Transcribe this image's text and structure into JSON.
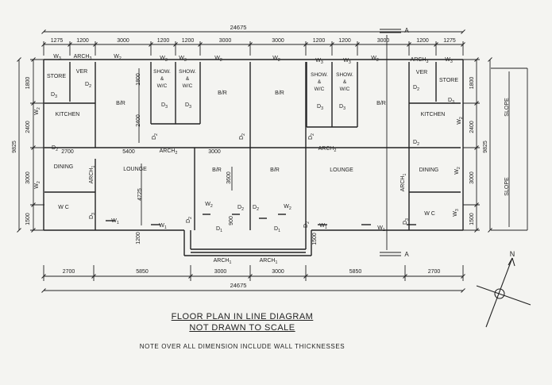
{
  "overall_dimension": "24675",
  "top_dimensions": [
    "1275",
    "1200",
    "3000",
    "1200",
    "1200",
    "3000",
    "3000",
    "1200",
    "1200",
    "3000",
    "1200",
    "1275"
  ],
  "bottom_dimensions": [
    "2700",
    "5850",
    "3000",
    "3000",
    "5850",
    "2700"
  ],
  "left_dimensions": [
    "1800",
    "2400",
    "3000",
    "1500"
  ],
  "left_total": "9825",
  "right_dimensions": [
    "1800",
    "2400",
    "3000",
    "1500"
  ],
  "right_total": "9825",
  "section_mark": "A",
  "north_label": "N",
  "slope_label": "SLOPE",
  "rooms": {
    "store": "STORE",
    "ver": "VER",
    "kitchen": "KITCHEN",
    "dining": "DINING",
    "wc": "W C",
    "lounge": "LOUNGE",
    "br": "B/R",
    "show_wc": [
      "SHOW.",
      "&",
      "W/C"
    ]
  },
  "openings": {
    "w1": "W1",
    "w2": "W2",
    "w3": "W3",
    "d1": "D1",
    "d2": "D2",
    "d3": "D3",
    "arch": "ARCH",
    "arch1": "ARCH1",
    "arch2": "ARCH2",
    "arch3": "ARCH3"
  },
  "interior_dims": {
    "kitchen_width": "2700",
    "lounge_width": "5400",
    "br_width": "3000",
    "lounge_depth": "4725",
    "br_depth": "3600",
    "bath_depth": "1800",
    "br_upper_depth": "2400",
    "porch_depth": "1200",
    "step_width": "900",
    "porch_width": "1500"
  },
  "captions": {
    "title": "FLOOR PLAN IN LINE DIAGRAM",
    "subtitle": "NOT DRAWN TO SCALE",
    "note": "NOTE OVER ALL DIMENSION INCLUDE WALL THICKNESSES"
  }
}
